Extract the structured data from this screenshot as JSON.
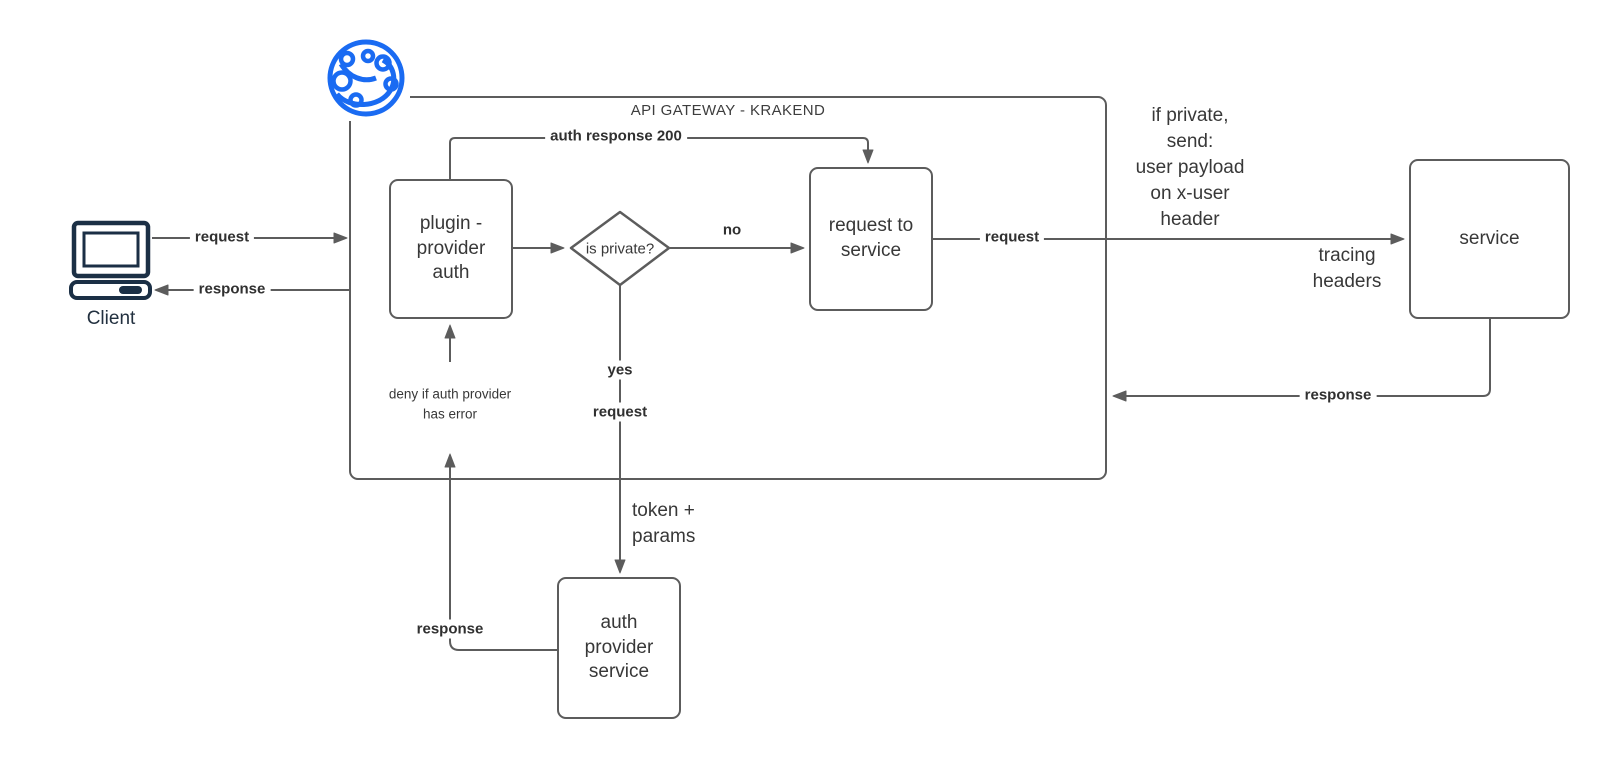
{
  "gateway": {
    "title": "API GATEWAY - KRAKEND"
  },
  "nodes": {
    "client": "Client",
    "plugin": "plugin -\nprovider\nauth",
    "decision": "is private?",
    "request_to_service": "request to\nservice",
    "service": "service",
    "auth_provider": "auth\nprovider\nservice"
  },
  "labels": {
    "client_request": "request",
    "client_response": "response",
    "auth_response_200": "auth response 200",
    "no": "no",
    "yes": "yes",
    "request_down": "request",
    "token_params": "token +\nparams",
    "deny_note": "deny if auth provider\nhas error",
    "auth_provider_response": "response",
    "request_to_backend": "request",
    "if_private_note": "if private,\nsend:\nuser payload\non x-user\nheader",
    "tracing_headers": "tracing\nheaders",
    "service_response": "response"
  },
  "icons": {
    "krakend_logo": "krakend-logo",
    "client_computer": "client-computer"
  },
  "colors": {
    "line": "#5c5c5c",
    "text": "#383838",
    "logo_blue": "#1a6bf2",
    "client_icon": "#1b2f45"
  }
}
